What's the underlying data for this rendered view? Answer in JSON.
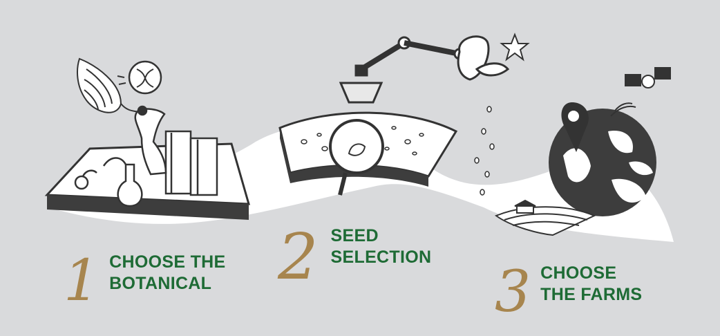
{
  "steps": [
    {
      "number": "1",
      "line1": "CHOOSE THE",
      "line2": "BOTANICAL"
    },
    {
      "number": "2",
      "line1": "SEED",
      "line2": "SELECTION"
    },
    {
      "number": "3",
      "line1": "CHOOSE",
      "line2": "THE FARMS"
    }
  ],
  "colors": {
    "background": "#d9dadc",
    "label": "#1e6b35",
    "numeral": "#a7854e",
    "ink": "#333333",
    "path": "#ffffff"
  },
  "illustrations": [
    "fingerprint-leaf-icon",
    "dna-icon",
    "hand-icon",
    "books-icon",
    "flask-icon",
    "magnifier-icon",
    "robot-arm-icon",
    "star-icon",
    "seeds-icon",
    "globe-icon",
    "location-pin-icon",
    "satellite-icon",
    "farm-icon"
  ]
}
